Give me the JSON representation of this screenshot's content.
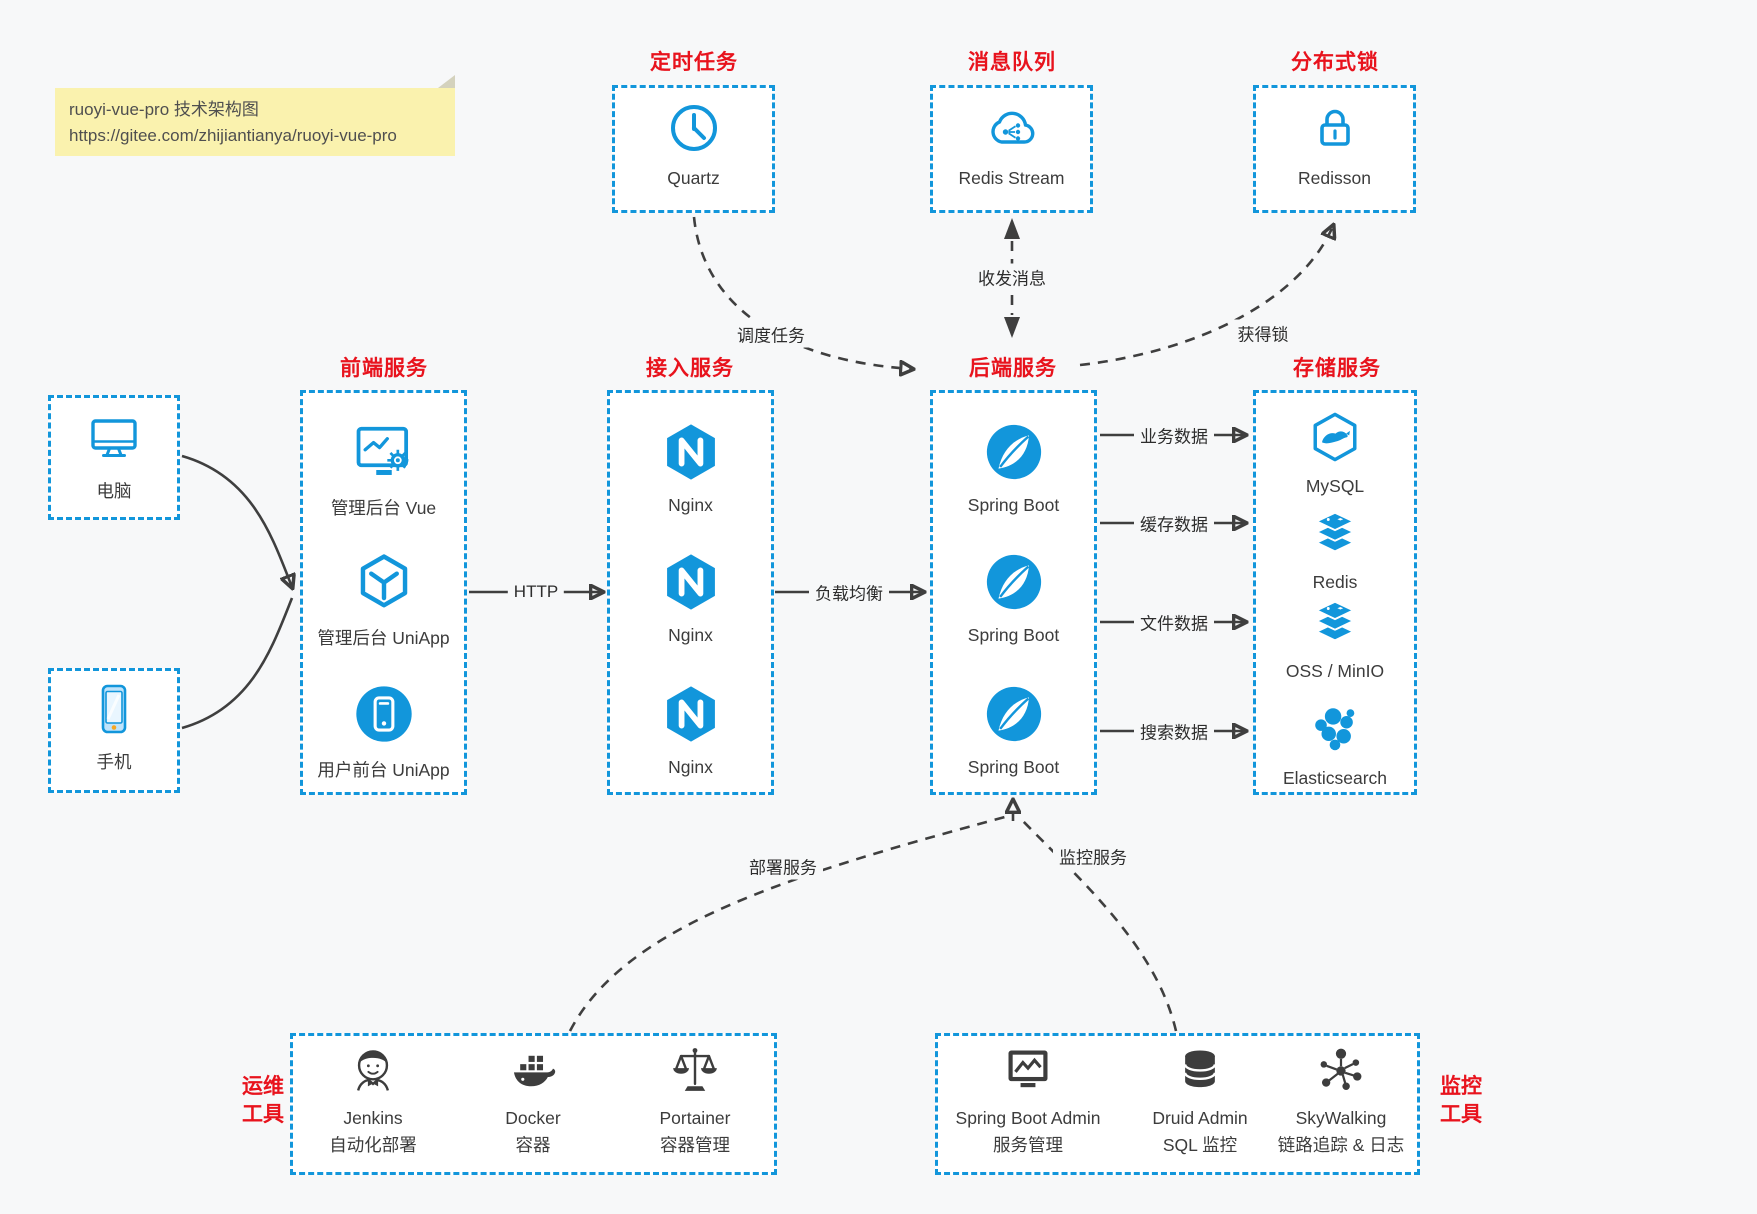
{
  "note": {
    "line1": "ruoyi-vue-pro 技术架构图",
    "line2": "https://gitee.com/zhijiantianya/ruoyi-vue-pro"
  },
  "top_services": [
    {
      "title": "定时任务",
      "label": "Quartz",
      "icon": "clock-icon"
    },
    {
      "title": "消息队列",
      "label": "Redis Stream",
      "icon": "cloud-network-icon"
    },
    {
      "title": "分布式锁",
      "label": "Redisson",
      "icon": "lock-icon"
    }
  ],
  "clients": [
    {
      "label": "电脑",
      "icon": "desktop-icon"
    },
    {
      "label": "手机",
      "icon": "mobile-icon"
    }
  ],
  "frontend": {
    "title": "前端服务",
    "items": [
      {
        "label": "管理后台 Vue",
        "icon": "admin-screen-gear-icon"
      },
      {
        "label": "管理后台 UniApp",
        "icon": "uniapp-cube-icon"
      },
      {
        "label": "用户前台 UniApp",
        "icon": "circle-phone-icon"
      }
    ]
  },
  "access": {
    "title": "接入服务",
    "items": [
      {
        "label": "Nginx",
        "icon": "nginx-icon"
      },
      {
        "label": "Nginx",
        "icon": "nginx-icon"
      },
      {
        "label": "Nginx",
        "icon": "nginx-icon"
      }
    ]
  },
  "backend": {
    "title": "后端服务",
    "items": [
      {
        "label": "Spring Boot",
        "icon": "spring-icon"
      },
      {
        "label": "Spring Boot",
        "icon": "spring-icon"
      },
      {
        "label": "Spring Boot",
        "icon": "spring-icon"
      }
    ]
  },
  "storage": {
    "title": "存储服务",
    "items": [
      {
        "label": "MySQL",
        "icon": "mysql-dolphin-icon"
      },
      {
        "label": "Redis",
        "icon": "redis-stack-icon"
      },
      {
        "label": "OSS / MinIO",
        "icon": "storage-stack-icon"
      },
      {
        "label": "Elasticsearch",
        "icon": "elasticsearch-cluster-icon"
      }
    ]
  },
  "edges": {
    "http": "HTTP",
    "load_balance": "负载均衡",
    "schedule": "调度任务",
    "messaging": "收发消息",
    "lock": "获得锁",
    "business": "业务数据",
    "cache": "缓存数据",
    "file": "文件数据",
    "search": "搜索数据",
    "deploy": "部署服务",
    "monitor": "监控服务"
  },
  "ops": {
    "title_line1": "运维",
    "title_line2": "工具",
    "items": [
      {
        "label": "Jenkins",
        "sub": "自动化部署",
        "icon": "jenkins-icon"
      },
      {
        "label": "Docker",
        "sub": "容器",
        "icon": "docker-whale-icon"
      },
      {
        "label": "Portainer",
        "sub": "容器管理",
        "icon": "scales-icon"
      }
    ]
  },
  "monitoring": {
    "title_line1": "监控",
    "title_line2": "工具",
    "items": [
      {
        "label": "Spring Boot Admin",
        "sub": "服务管理",
        "icon": "monitor-chart-icon"
      },
      {
        "label": "Druid Admin",
        "sub": "SQL 监控",
        "icon": "database-icon"
      },
      {
        "label": "SkyWalking",
        "sub": "链路追踪 & 日志",
        "icon": "topology-icon"
      }
    ]
  },
  "colors": {
    "accent_blue": "#1296db",
    "title_red": "#e8131d",
    "arrow_gray": "#3f3f3f",
    "note_yellow": "#faf2ae",
    "background": "#f7f8f9"
  }
}
